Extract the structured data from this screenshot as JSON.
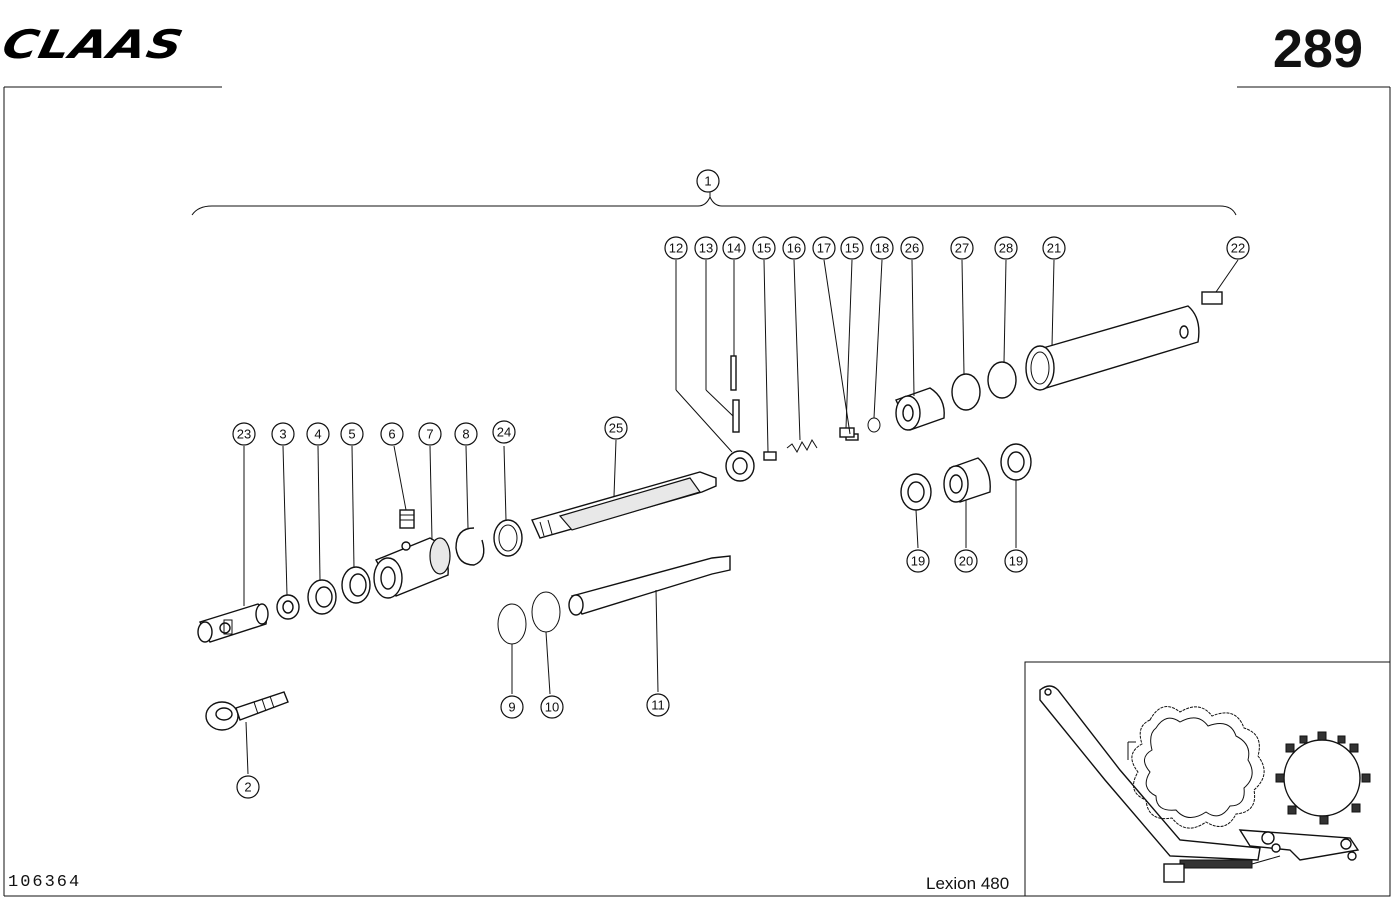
{
  "header": {
    "brand_logo": "CLAAS",
    "page_number": "289"
  },
  "footer": {
    "document_number": "106364",
    "model": "Lexion 480"
  },
  "callouts": [
    "1",
    "2",
    "3",
    "4",
    "5",
    "6",
    "7",
    "8",
    "9",
    "10",
    "11",
    "12",
    "13",
    "14",
    "15",
    "16",
    "17",
    "15",
    "18",
    "19",
    "20",
    "19",
    "21",
    "22",
    "23",
    "24",
    "25",
    "26",
    "27",
    "28"
  ],
  "icons": {
    "assembly_bracket": "bracket-icon",
    "inset": "machine-location-inset"
  }
}
